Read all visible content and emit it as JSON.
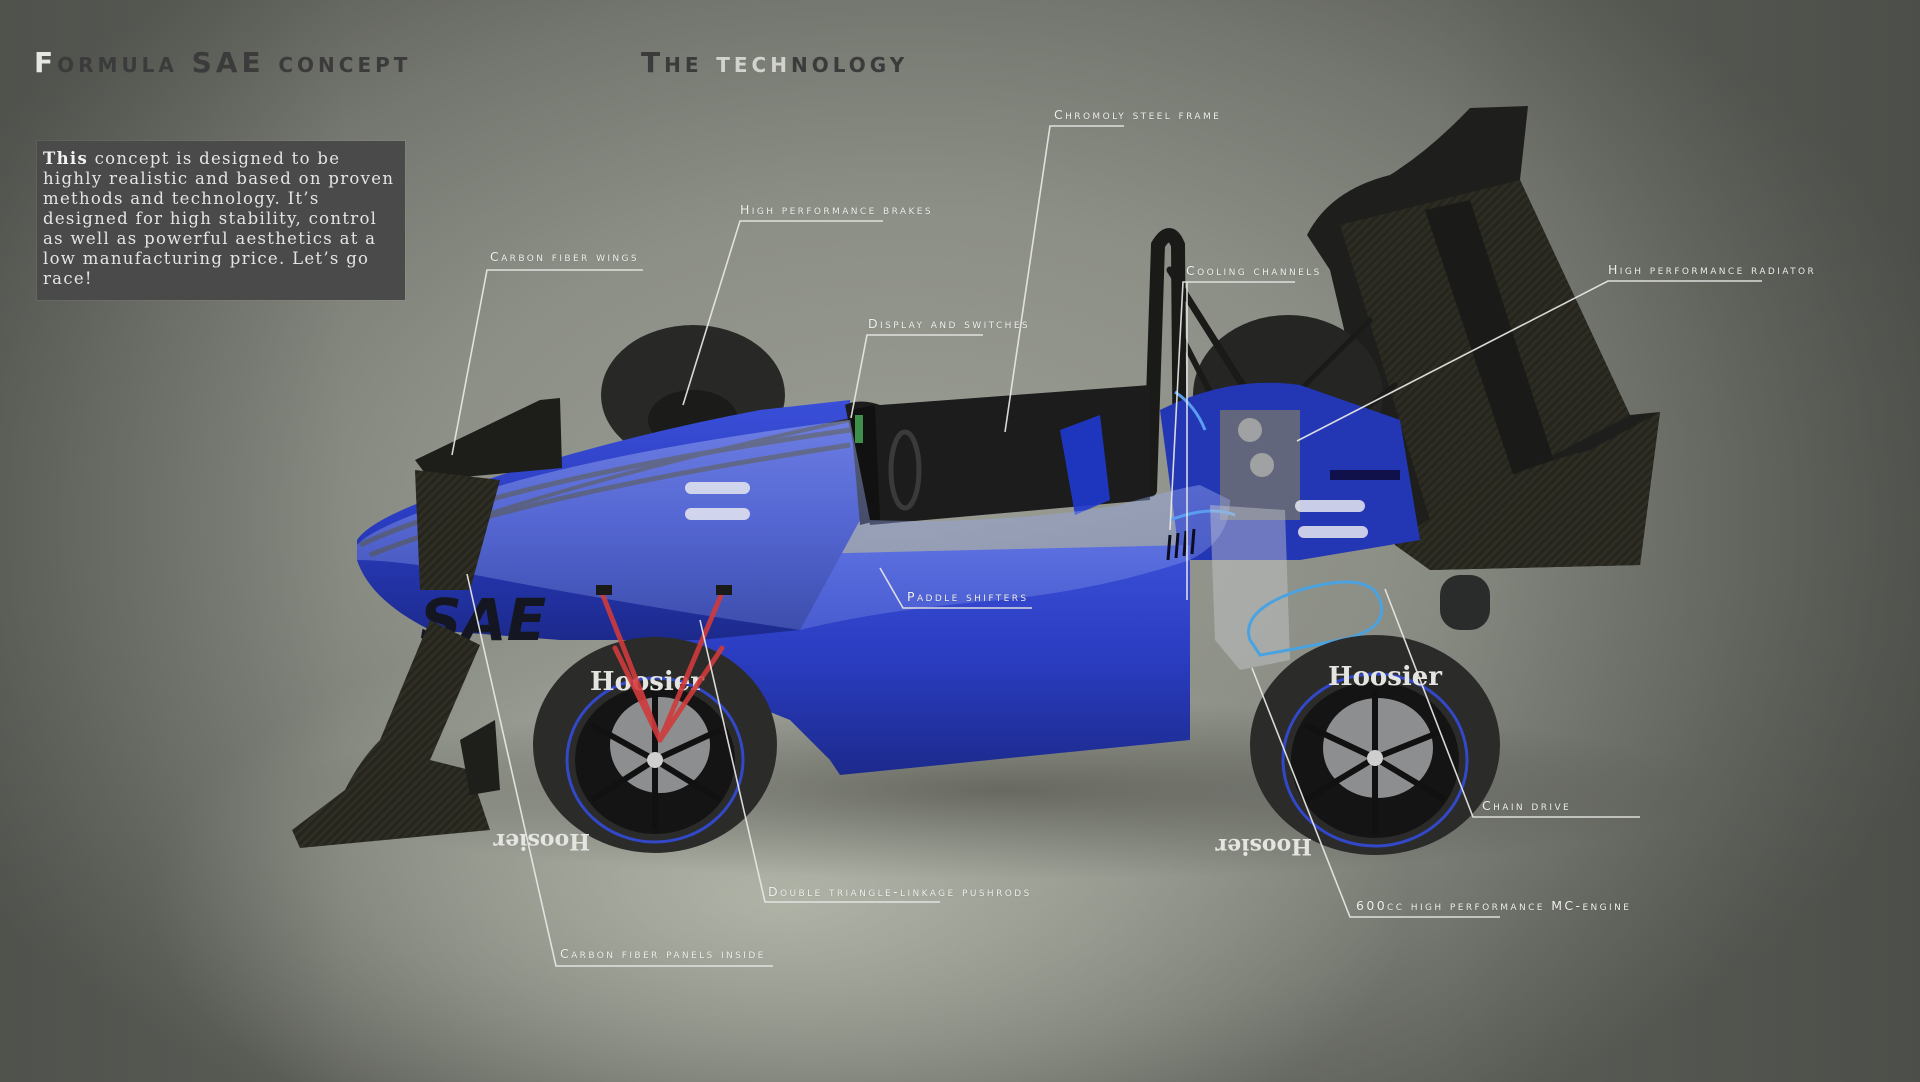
{
  "header": {
    "title_first_letter": "F",
    "title_rest": "ormula SAE concept",
    "tech_title_a": "The ",
    "tech_title_b": "tech",
    "tech_title_c": "nology"
  },
  "intro": {
    "lead_word": "This",
    "body": " concept is designed to be highly realistic and based on proven methods and technology. It’s designed for high stability, control as well as powerful aesthetics at a low manufacturing price. Let’s go race!"
  },
  "callouts": [
    {
      "id": "carbon-fiber-wings",
      "label": "Carbon fiber wings"
    },
    {
      "id": "high-performance-brakes",
      "label": "High performance brakes"
    },
    {
      "id": "chromoly-steel-frame",
      "label": "Chromoly steel frame"
    },
    {
      "id": "display-and-switches",
      "label": "Display and switches"
    },
    {
      "id": "cooling-channels",
      "label": "Cooling channels"
    },
    {
      "id": "high-performance-radiator",
      "label": "High performance radiator"
    },
    {
      "id": "paddle-shifters",
      "label": "Paddle shifters"
    },
    {
      "id": "chain-drive",
      "label": "Chain drive"
    },
    {
      "id": "engine",
      "label": "600cc high performance MC-engine"
    },
    {
      "id": "pushrods",
      "label": "Double triangle-linkage pushrods"
    },
    {
      "id": "carbon-fiber-panels",
      "label": "Carbon fiber panels inside"
    }
  ],
  "car": {
    "body_logo": "SAE",
    "tire_brand": "Hoosier",
    "colors": {
      "body_blue": "#2a3fc4",
      "body_highlight": "#8fa2ee",
      "carbon": "#26261f",
      "tire": "#2b2b2a",
      "pushrod_red": "#d03a3c",
      "chain_blue": "#4aa3e0",
      "leader_line": "#e8e8e6"
    }
  }
}
